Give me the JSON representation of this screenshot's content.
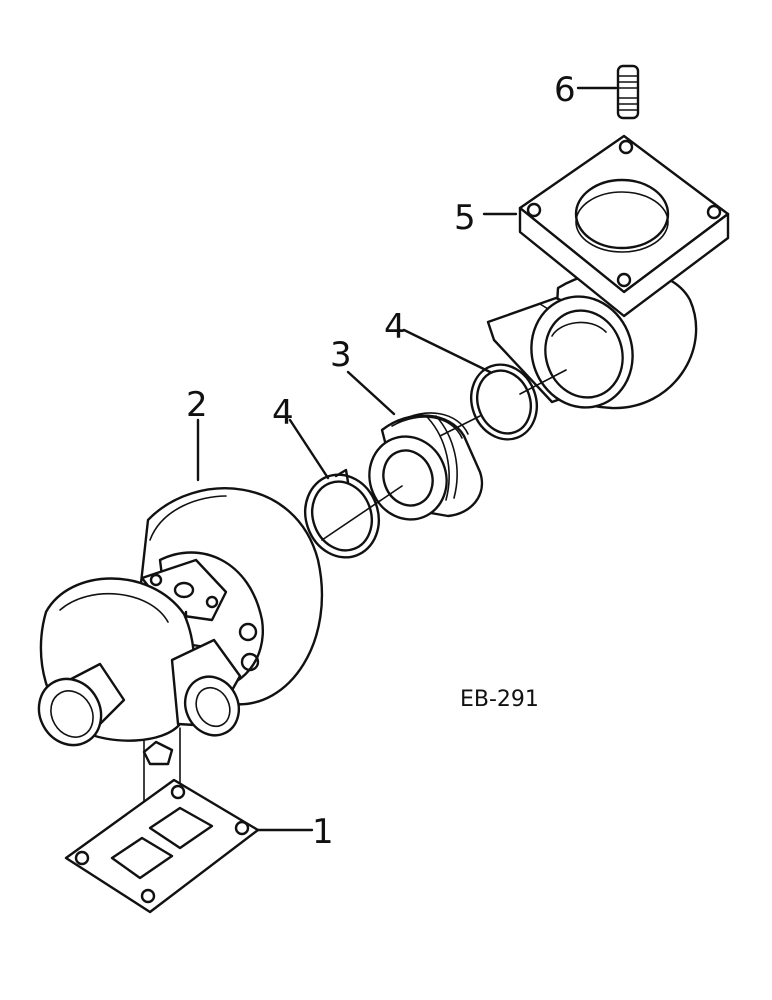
{
  "callouts": {
    "part_1": "1",
    "part_2": "2",
    "part_3": "3",
    "part_4a": "4",
    "part_4b": "4",
    "part_5": "5",
    "part_6": "6"
  },
  "reference_code": "EB-291",
  "colors": {
    "ink": "#111111",
    "paper": "#ffffff"
  }
}
